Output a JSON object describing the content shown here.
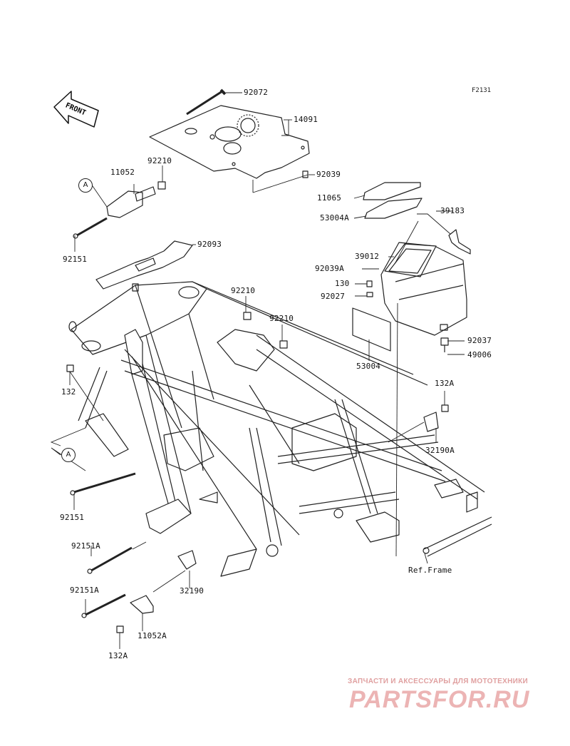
{
  "figure_code": "F2131",
  "front_label": "FRONT",
  "ref_frame": "Ref.Frame",
  "callout_a": "A",
  "watermark": {
    "tagline": "ЗАПЧАСТИ И АКСЕССУАРЫ ДЛЯ МОТОТЕХНИКИ",
    "logo": "PARTSFOR.RU"
  },
  "parts": {
    "p92072": "92072",
    "p14091": "14091",
    "p92210_a": "92210",
    "p11052": "11052",
    "p92039": "92039",
    "p11065": "11065",
    "p53004A": "53004A",
    "p39183": "39183",
    "p92151_top": "92151",
    "p92093": "92093",
    "p39012": "39012",
    "p92039A": "92039A",
    "p130": "130",
    "p92027": "92027",
    "p92210_b": "92210",
    "p92210_c": "92210",
    "p92037": "92037",
    "p49006": "49006",
    "p53004": "53004",
    "p132": "132",
    "p132A_top": "132A",
    "p32190A": "32190A",
    "p92151_mid": "92151",
    "p92151A_a": "92151A",
    "p32190": "32190",
    "p92151A_b": "92151A",
    "p11052A": "11052A",
    "p132A_bot": "132A"
  }
}
